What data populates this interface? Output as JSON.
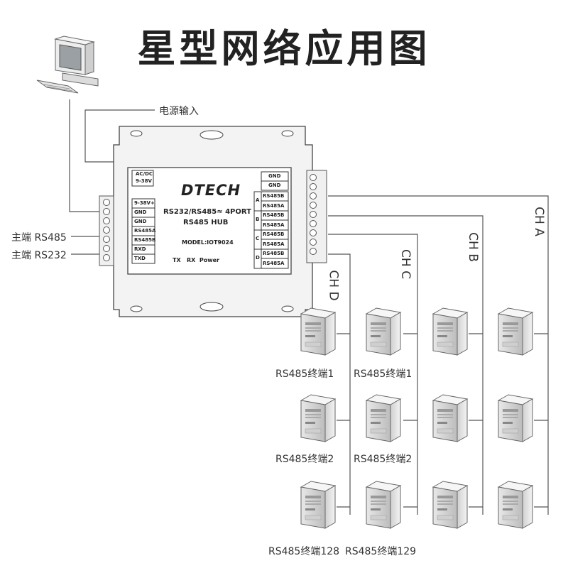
{
  "title": "星型网络应用图",
  "labels": {
    "power_input": "电源输入",
    "master_rs485": "主端 RS485",
    "master_rs232": "主端 RS232"
  },
  "device": {
    "brand": "DTECH",
    "model_line1": "RS232/RS485≈ 4PORT",
    "model_line2": "RS485 HUB",
    "model_number": "MODEL:IOT9024",
    "indicators": "TX   RX  Power",
    "power_spec": [
      "AC/DC",
      "9-38V"
    ],
    "left_pins": [
      "9-38V+",
      "GND",
      "GND",
      "RS485A",
      "RS485B",
      "RXD",
      "TXD"
    ],
    "top_pins": [
      "GND",
      "GND"
    ],
    "ports": [
      {
        "letter": "A",
        "pins": [
          "RS485B",
          "RS485A"
        ]
      },
      {
        "letter": "B",
        "pins": [
          "RS485B",
          "RS485A"
        ]
      },
      {
        "letter": "C",
        "pins": [
          "RS485B",
          "RS485A"
        ]
      },
      {
        "letter": "D",
        "pins": [
          "RS485B",
          "RS485A"
        ]
      }
    ]
  },
  "channels": [
    "CH A",
    "CH B",
    "CH C",
    "CH D"
  ],
  "terminal_labels": {
    "d_row1": "RS485终端1",
    "c_row1": "RS485终端1",
    "d_row2": "RS485终端2",
    "c_row2": "RS485终端2",
    "d_row3": "RS485终端128",
    "c_row3": "RS485终端129"
  },
  "colors": {
    "line": "#555555",
    "device_fill": "#f2f2f2",
    "device_stroke": "#444444"
  }
}
